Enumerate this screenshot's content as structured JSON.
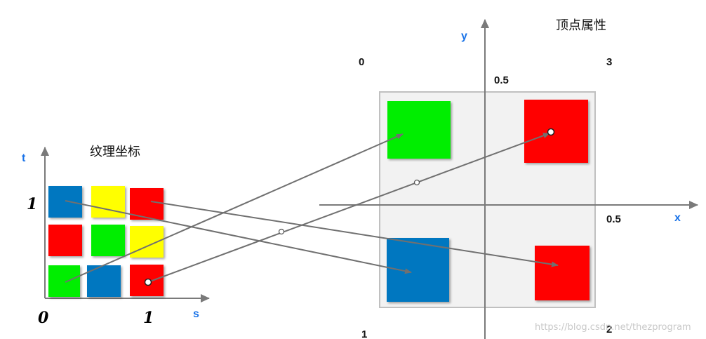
{
  "texture_panel": {
    "title": "纹理坐标",
    "axis_t": "t",
    "axis_s": "s",
    "origin_mark": "0",
    "t_one_mark": "1",
    "s_one_mark": "1",
    "grid_rows": [
      [
        "#0077c0",
        "#ffff00",
        "#ff0000"
      ],
      [
        "#ff0000",
        "#00ee00",
        "#ffff00"
      ],
      [
        "#00ee00",
        "#0077c0",
        "#ff0000"
      ]
    ]
  },
  "vertex_panel": {
    "title": "顶点属性",
    "axis_y": "y",
    "axis_x": "x",
    "label_y_half": "0.5",
    "label_x_half": "0.5",
    "corner_0": "0",
    "corner_1": "1",
    "corner_2": "2",
    "corner_3": "3",
    "quad_colors": {
      "top_left": "#00ee00",
      "top_right": "#ff0000",
      "bottom_left": "#0077c0",
      "bottom_right": "#ff0000"
    }
  },
  "colors": {
    "axis": "#7a7a7a",
    "axis_label_blue": "#1a73e8",
    "arrow": "#707070",
    "frame": "#c0c0c0"
  },
  "watermark": "https://blog.csdn.net/thezprogram"
}
